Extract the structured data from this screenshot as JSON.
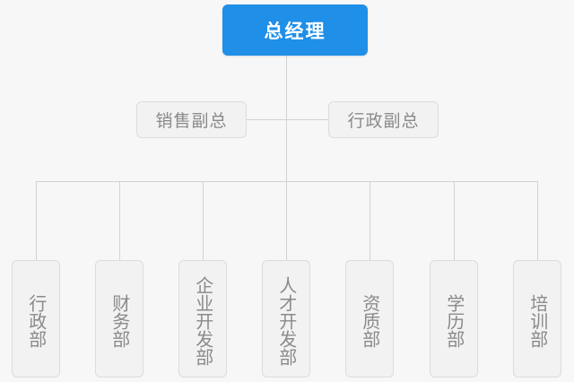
{
  "diagram": {
    "type": "org-chart",
    "background_color": "#f7f7f7",
    "line_color": "#d2d2d2",
    "root": {
      "label": "总经理",
      "fill": "#1f8fe8",
      "text_color": "#ffffff"
    },
    "middle": [
      {
        "label": "销售副总",
        "fill": "#f2f2f2",
        "text_color": "#8a8a8a"
      },
      {
        "label": "行政副总",
        "fill": "#f2f2f2",
        "text_color": "#8a8a8a"
      }
    ],
    "leaves": [
      {
        "label": "行政部"
      },
      {
        "label": "财务部"
      },
      {
        "label": "企业开发部"
      },
      {
        "label": "人才开发部"
      },
      {
        "label": "资质部"
      },
      {
        "label": "学历部"
      },
      {
        "label": "培训部"
      }
    ]
  }
}
